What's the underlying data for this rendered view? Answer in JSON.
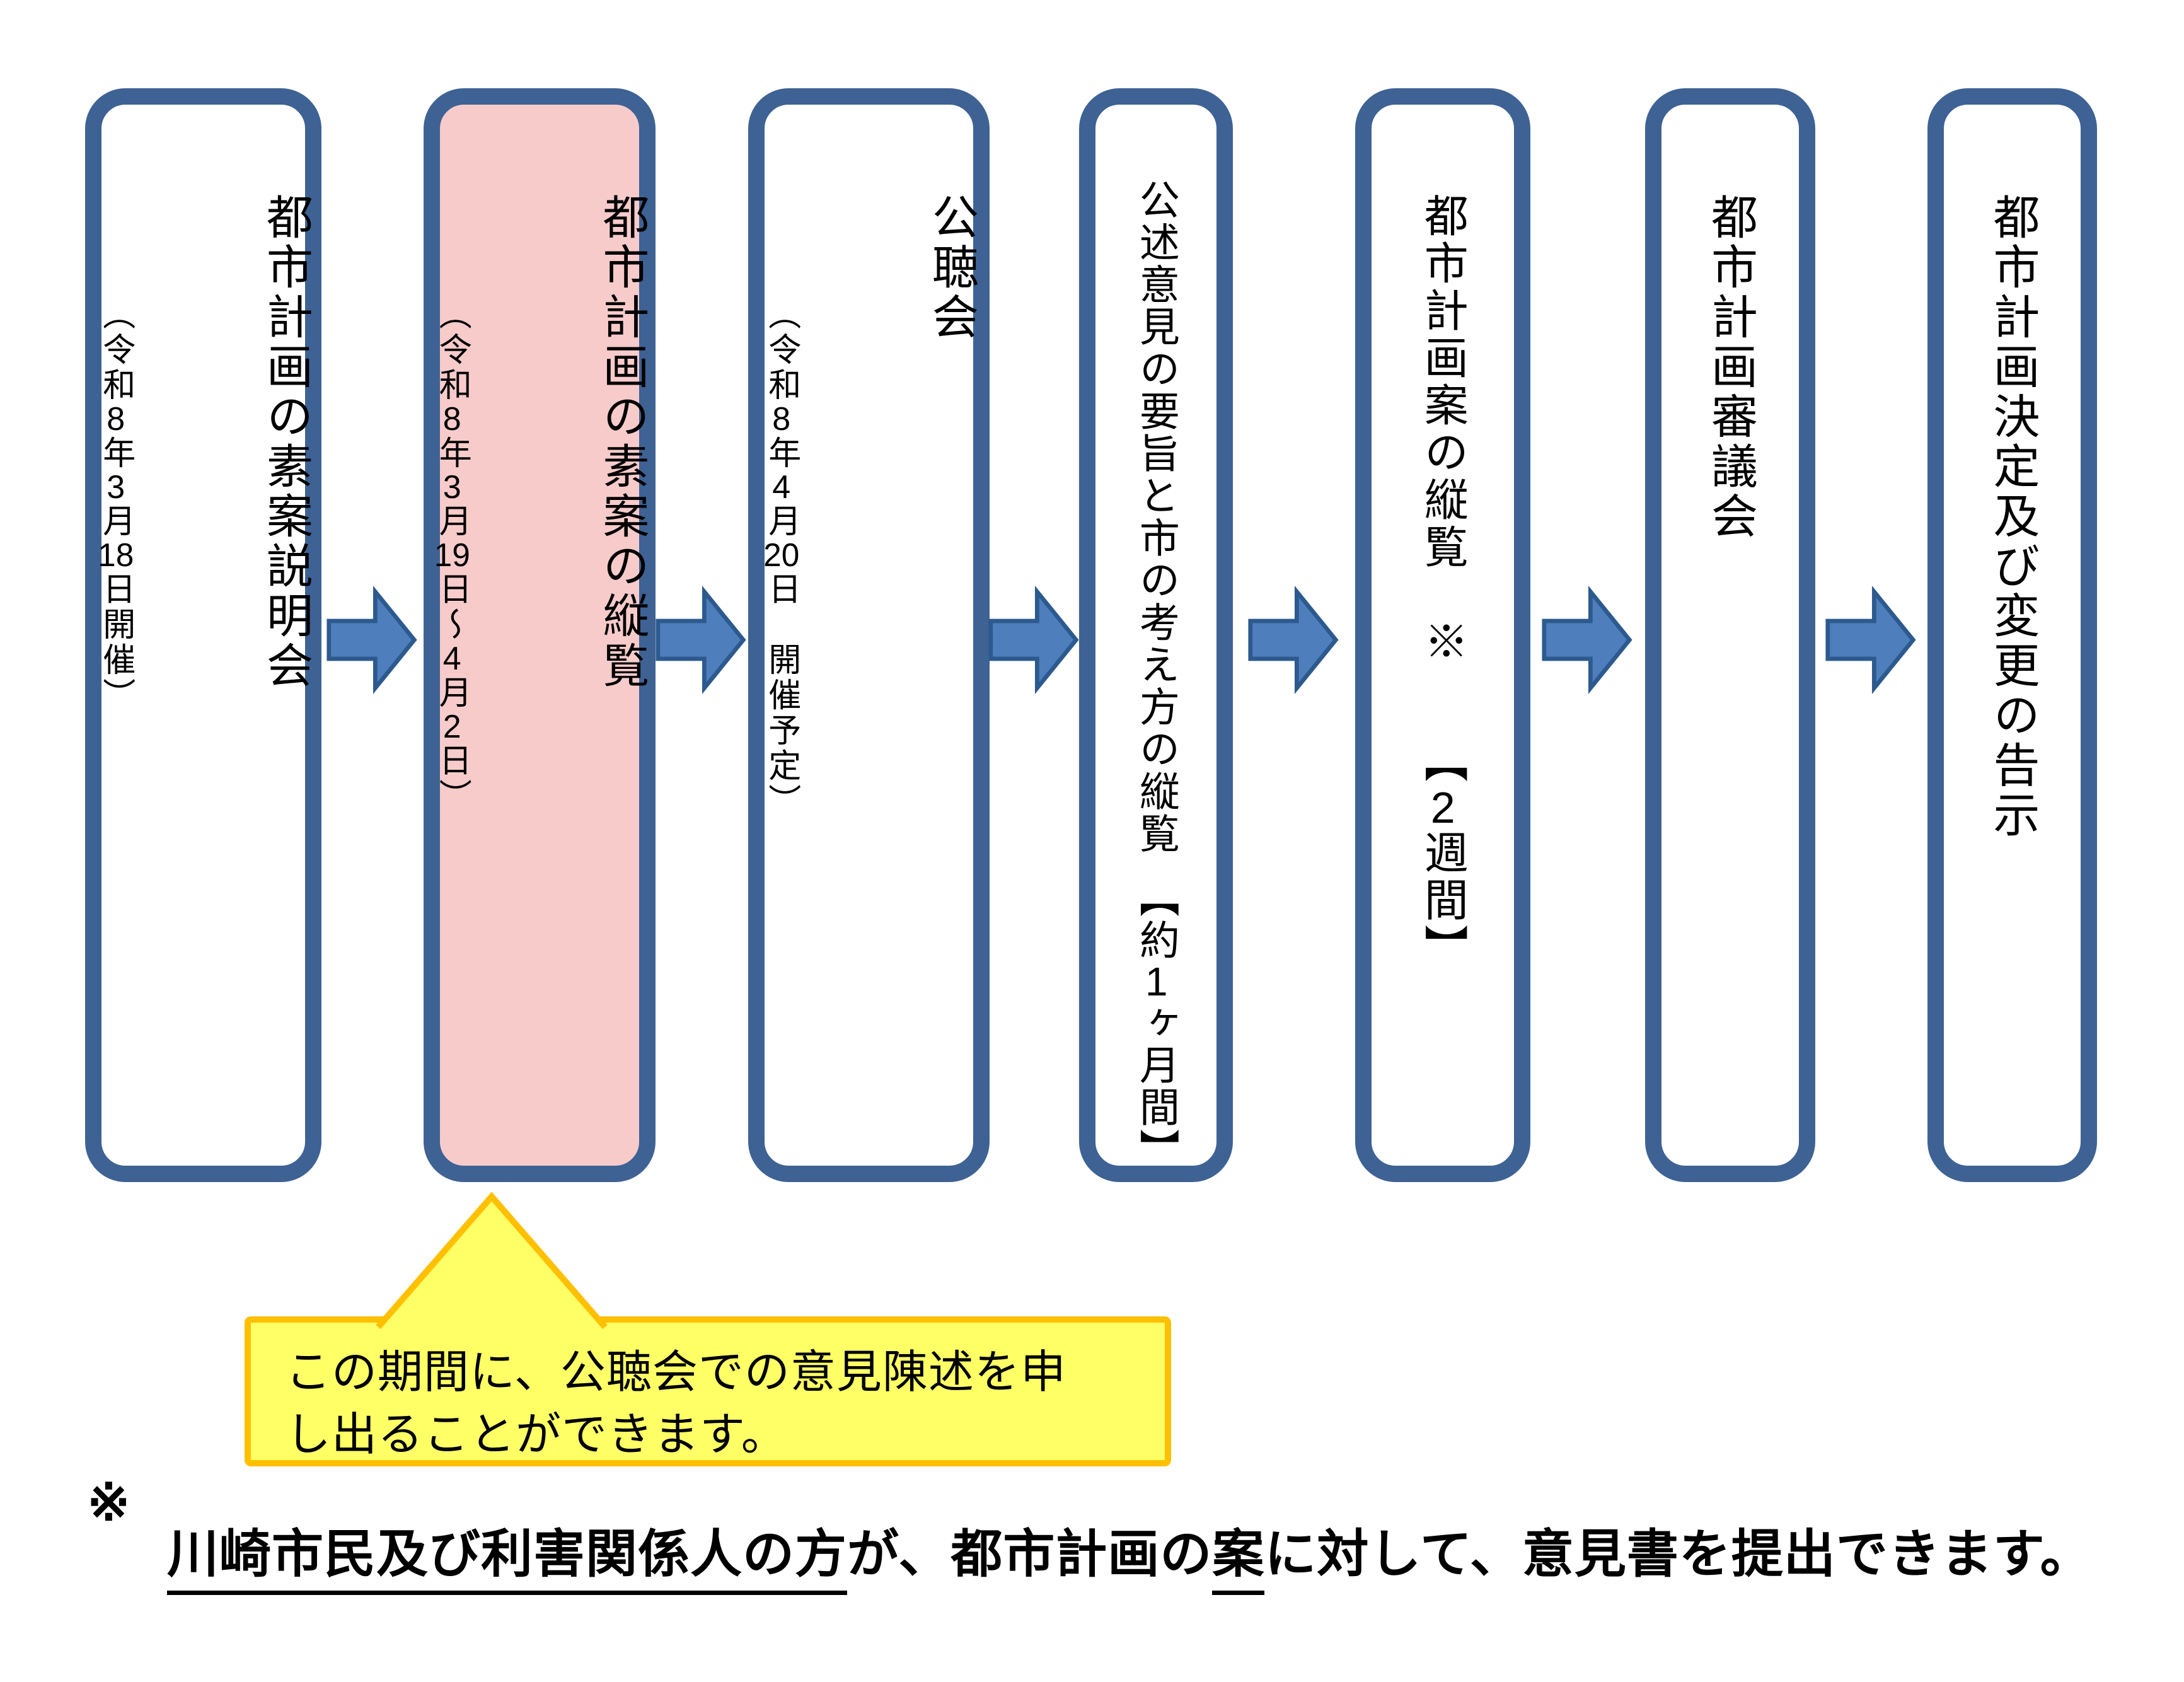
{
  "flow": {
    "steps": [
      {
        "label": "都市計画の素案説明会",
        "date": "（令和8年3月18日開催）"
      },
      {
        "label": "都市計画の素案の縦覧",
        "date": "（令和8年3月19日～4月2日）"
      },
      {
        "label": "公聴会",
        "date": "（令和8年4月20日　開催予定）"
      },
      {
        "label": "公述意見の要旨と市の考え方の縦覧　【約1ヶ月間】",
        "date": ""
      },
      {
        "label": "都市計画案の縦覧　※　　【2週間】",
        "date": ""
      },
      {
        "label": "都市計画審議会",
        "date": ""
      },
      {
        "label": "都市計画決定及び変更の告示",
        "date": ""
      }
    ]
  },
  "callout": {
    "lines": [
      "この期間に、公聴会での意見陳述を申",
      "し出ることができます。"
    ]
  },
  "footnote": {
    "marker": "※",
    "segments": [
      {
        "text": "川崎市民及び利害関係人の方",
        "underline": true
      },
      {
        "text": "が、都市計画の",
        "underline": false
      },
      {
        "text": "案",
        "underline": true
      },
      {
        "text": "に対して、意見書を提出できます。",
        "underline": false
      }
    ]
  },
  "colors": {
    "box_border": "#3E6294",
    "arrow_fill": "#4E7EBC",
    "arrow_stroke": "#2D5A8E",
    "highlight_fill": "#F8CBCB",
    "callout_fill": "#FFFF66",
    "callout_border": "#FFC000",
    "text_color": "#000000"
  }
}
